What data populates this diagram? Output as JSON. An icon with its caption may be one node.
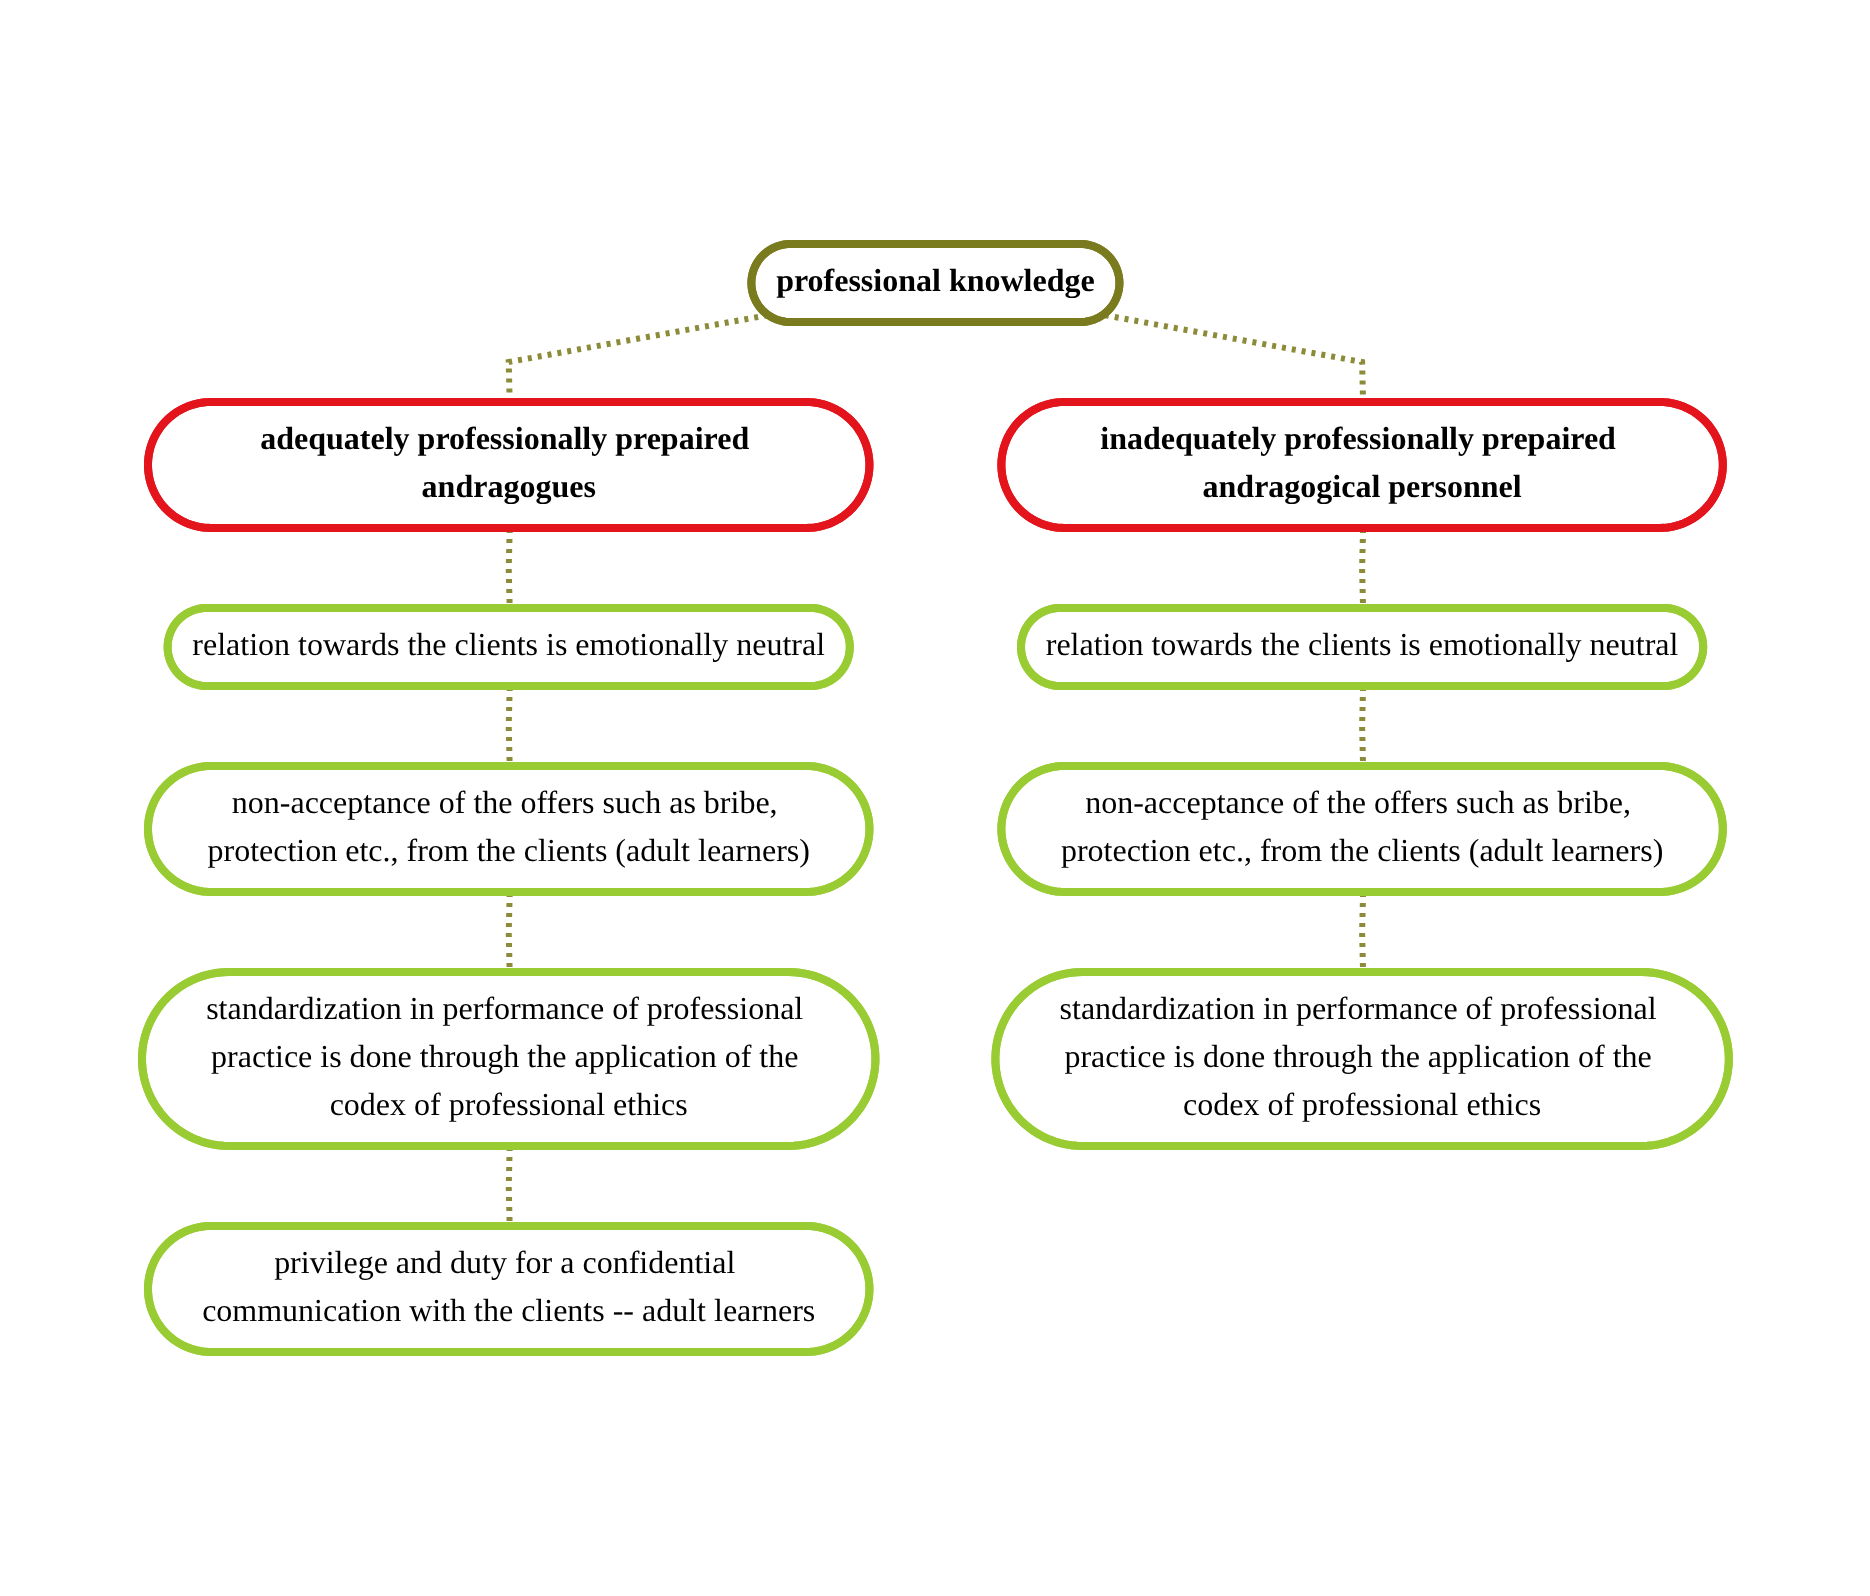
{
  "diagram": {
    "nodes": [
      {
        "text": [
          "professional knowledge"
        ]
      },
      {
        "text": [
          "adequately professionally prepaired andragogues"
        ]
      },
      {
        "text": [
          "inadequately professionally prepaired andragogical personnel"
        ]
      },
      {
        "text": [
          "relation towards the clients is emotionally neutral"
        ]
      },
      {
        "text": [
          "non-acceptance of the offers such as bribe, protection etc., from the clients (adult learners)"
        ]
      },
      {
        "text": [
          "standardization in performance of professional practice is done through the application of the codex of professional ethics"
        ]
      },
      {
        "text": [
          "privilege and duty for a confidential communication with the clients -- adult learners"
        ]
      },
      {
        "text": [
          "relation towards the clients is emotionally neutral"
        ]
      },
      {
        "text": [
          "non-acceptance of the offers such as bribe, protection etc., from the clients (adult learners)"
        ]
      },
      {
        "text": [
          "standardization in performance of professional practice is done through the application of the codex of professional ethics"
        ]
      }
    ],
    "edges": [
      {
        "from": 0,
        "to": 1,
        "arrow": "none",
        "style": "dashed"
      },
      {
        "from": 0,
        "to": 2,
        "arrow": "none",
        "style": "dashed"
      },
      {
        "from": 1,
        "to": 3,
        "arrow": "none",
        "style": "dashed"
      },
      {
        "from": 3,
        "to": 4,
        "arrow": "none",
        "style": "dashed"
      },
      {
        "from": 4,
        "to": 5,
        "arrow": "none",
        "style": "dashed"
      },
      {
        "from": 5,
        "to": 6,
        "arrow": "none",
        "style": "dashed"
      },
      {
        "from": 2,
        "to": 7,
        "arrow": "none",
        "style": "dashed"
      },
      {
        "from": 7,
        "to": 8,
        "arrow": "none",
        "style": "dashed"
      },
      {
        "from": 8,
        "to": 9,
        "arrow": "none",
        "style": "dashed"
      }
    ]
  }
}
